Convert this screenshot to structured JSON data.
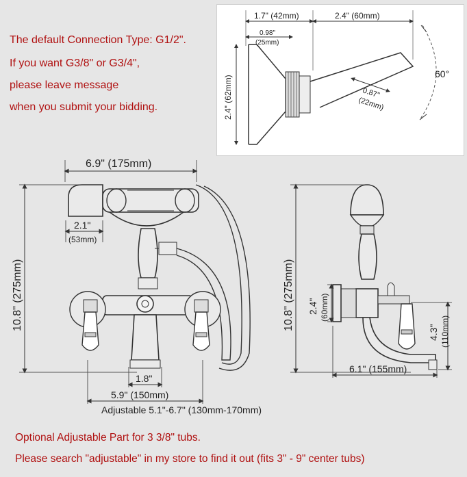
{
  "notes": {
    "line1": "The default Connection Type: G1/2\".",
    "line2": "If you want G3/8\" or G3/4\",",
    "line3": "please leave message",
    "line4": "when you submit your bidding."
  },
  "inset": {
    "dim_width": "1.7\" (42mm)",
    "dim_arm": "2.4\" (60mm)",
    "dim_collar_in": "0.98\"",
    "dim_collar_mm": "(25mm)",
    "dim_height": "2.4\" (62mm)",
    "dim_neck_in": "0.87\"",
    "dim_neck_mm": "(22mm)",
    "angle": "60°"
  },
  "front": {
    "dim_handset_width": "6.9\" (175mm)",
    "dim_height": "10.8\" (275mm)",
    "dim_spray_in": "2.1\"",
    "dim_spray_mm": "(53mm)",
    "dim_spout": "1.8\"",
    "dim_centers": "5.9\" (150mm)",
    "adjustable": "Adjustable 5.1\"-6.7\" (130mm-170mm)"
  },
  "side": {
    "dim_height": "10.8\" (275mm)",
    "dim_mount_in": "2.4\"",
    "dim_mount_mm": "(60mm)",
    "dim_spout_drop_in": "4.3\"",
    "dim_spout_drop_mm": "(110mm)",
    "dim_reach": "6.1\" (155mm)"
  },
  "footer": {
    "line1": "Optional Adjustable Part for 3 3/8\" tubs.",
    "line2": "Please search \"adjustable\" in my store to find it out (fits 3\" - 9\" center tubs)"
  },
  "colors": {
    "note_red": "#b01010",
    "line_dark": "#333333"
  }
}
